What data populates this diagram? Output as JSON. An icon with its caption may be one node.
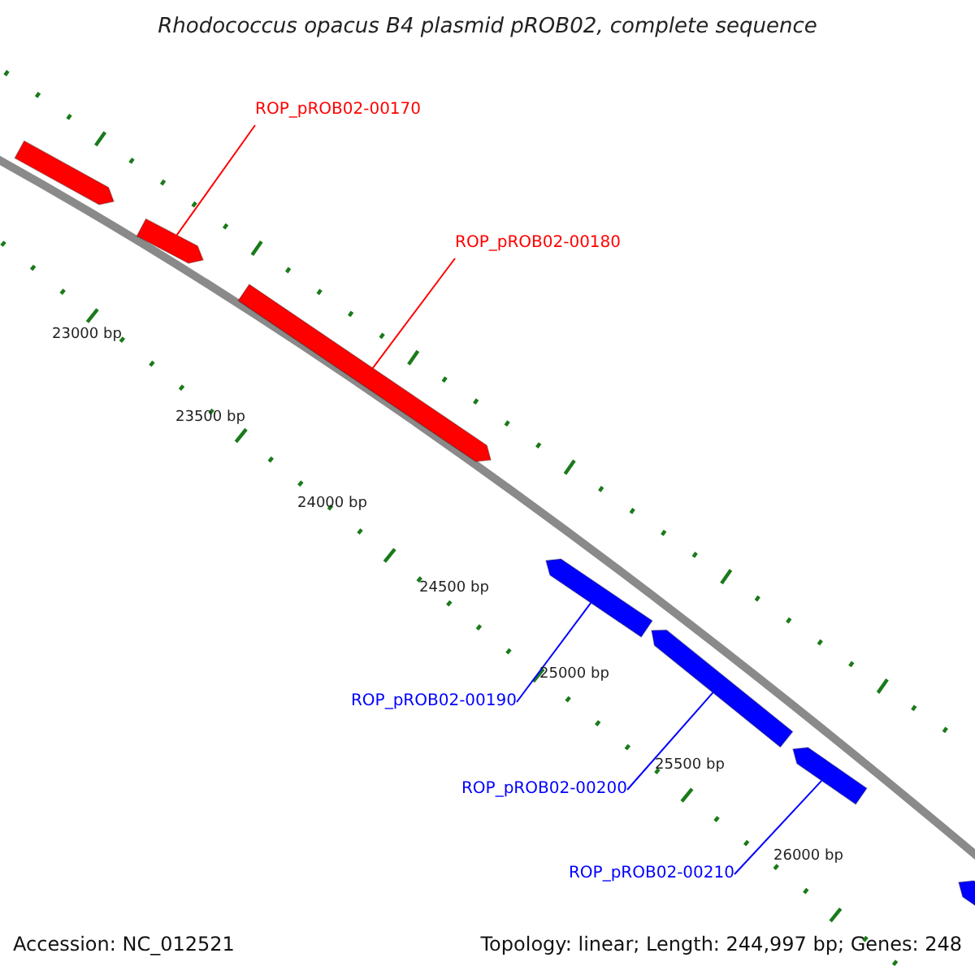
{
  "diagram": {
    "title": "Rhodococcus opacus B4 plasmid pROB02, complete sequence",
    "nodes": [
      {
        "text": [],
        "shape": "bar"
      },
      {
        "text": [],
        "shape": "bar"
      },
      {
        "text": [],
        "shape": "bar"
      },
      {
        "text": [],
        "shape": "bar"
      },
      {
        "text": [],
        "shape": "bar"
      },
      {
        "text": [],
        "shape": "bar"
      },
      {
        "text": [],
        "shape": "bar"
      },
      {
        "text": [
          "ROP_pROB02-00170"
        ]
      },
      {
        "text": [
          "ROP_pROB02-00180"
        ]
      },
      {
        "text": [
          "ROP_pROB02-00190"
        ]
      },
      {
        "text": [
          "ROP_pROB02-00200"
        ]
      },
      {
        "text": [
          "ROP_pROB02-00210"
        ]
      }
    ],
    "edges": [
      {
        "from": 7,
        "to": 1,
        "arrow": "none",
        "color": "#ff0000"
      },
      {
        "from": 8,
        "to": 2,
        "arrow": "none",
        "color": "#ff0000"
      },
      {
        "from": 9,
        "to": 3,
        "arrow": "none",
        "color": "#0000ff"
      },
      {
        "from": 10,
        "to": 4,
        "arrow": "none",
        "color": "#0000ff"
      },
      {
        "from": 11,
        "to": 5,
        "arrow": "none",
        "color": "#0000ff"
      }
    ],
    "labels": [
      "23000 bp",
      "23500 bp",
      "24000 bp",
      "24500 bp",
      "25000 bp",
      "25500 bp",
      "26000 bp",
      "Accession: NC_012521",
      "Topology: linear; Length: 244,997 bp; Genes: 248"
    ]
  }
}
